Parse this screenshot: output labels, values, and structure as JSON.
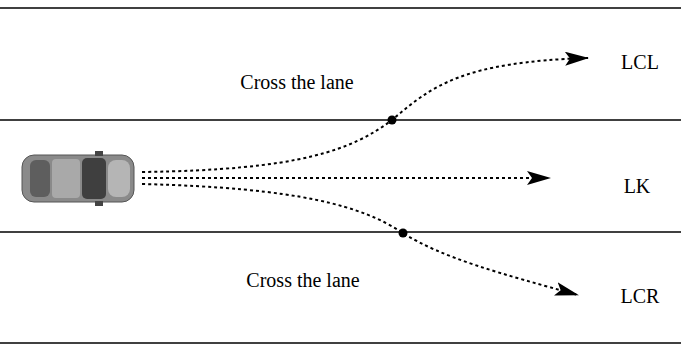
{
  "diagram": {
    "labels": [
      "Cross the lane",
      "LCL",
      "LK",
      "Cross the lane",
      "LCR"
    ]
  }
}
